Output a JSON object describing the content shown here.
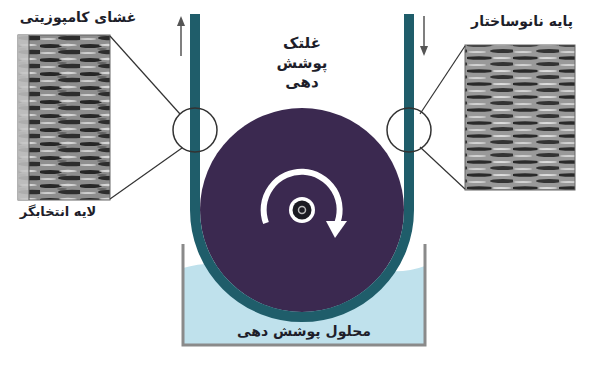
{
  "diagram": {
    "nodes": [
      {
        "text": [
          "غشای کامپوزیتی"
        ]
      },
      {
        "text": [
          "غلتک پوشش دهی"
        ]
      },
      {
        "text": [
          "پایه نانوساختار"
        ]
      },
      {
        "text": [
          "محلول پوشش دهی"
        ]
      }
    ],
    "labels": [
      "لایه انتخابگر"
    ]
  }
}
